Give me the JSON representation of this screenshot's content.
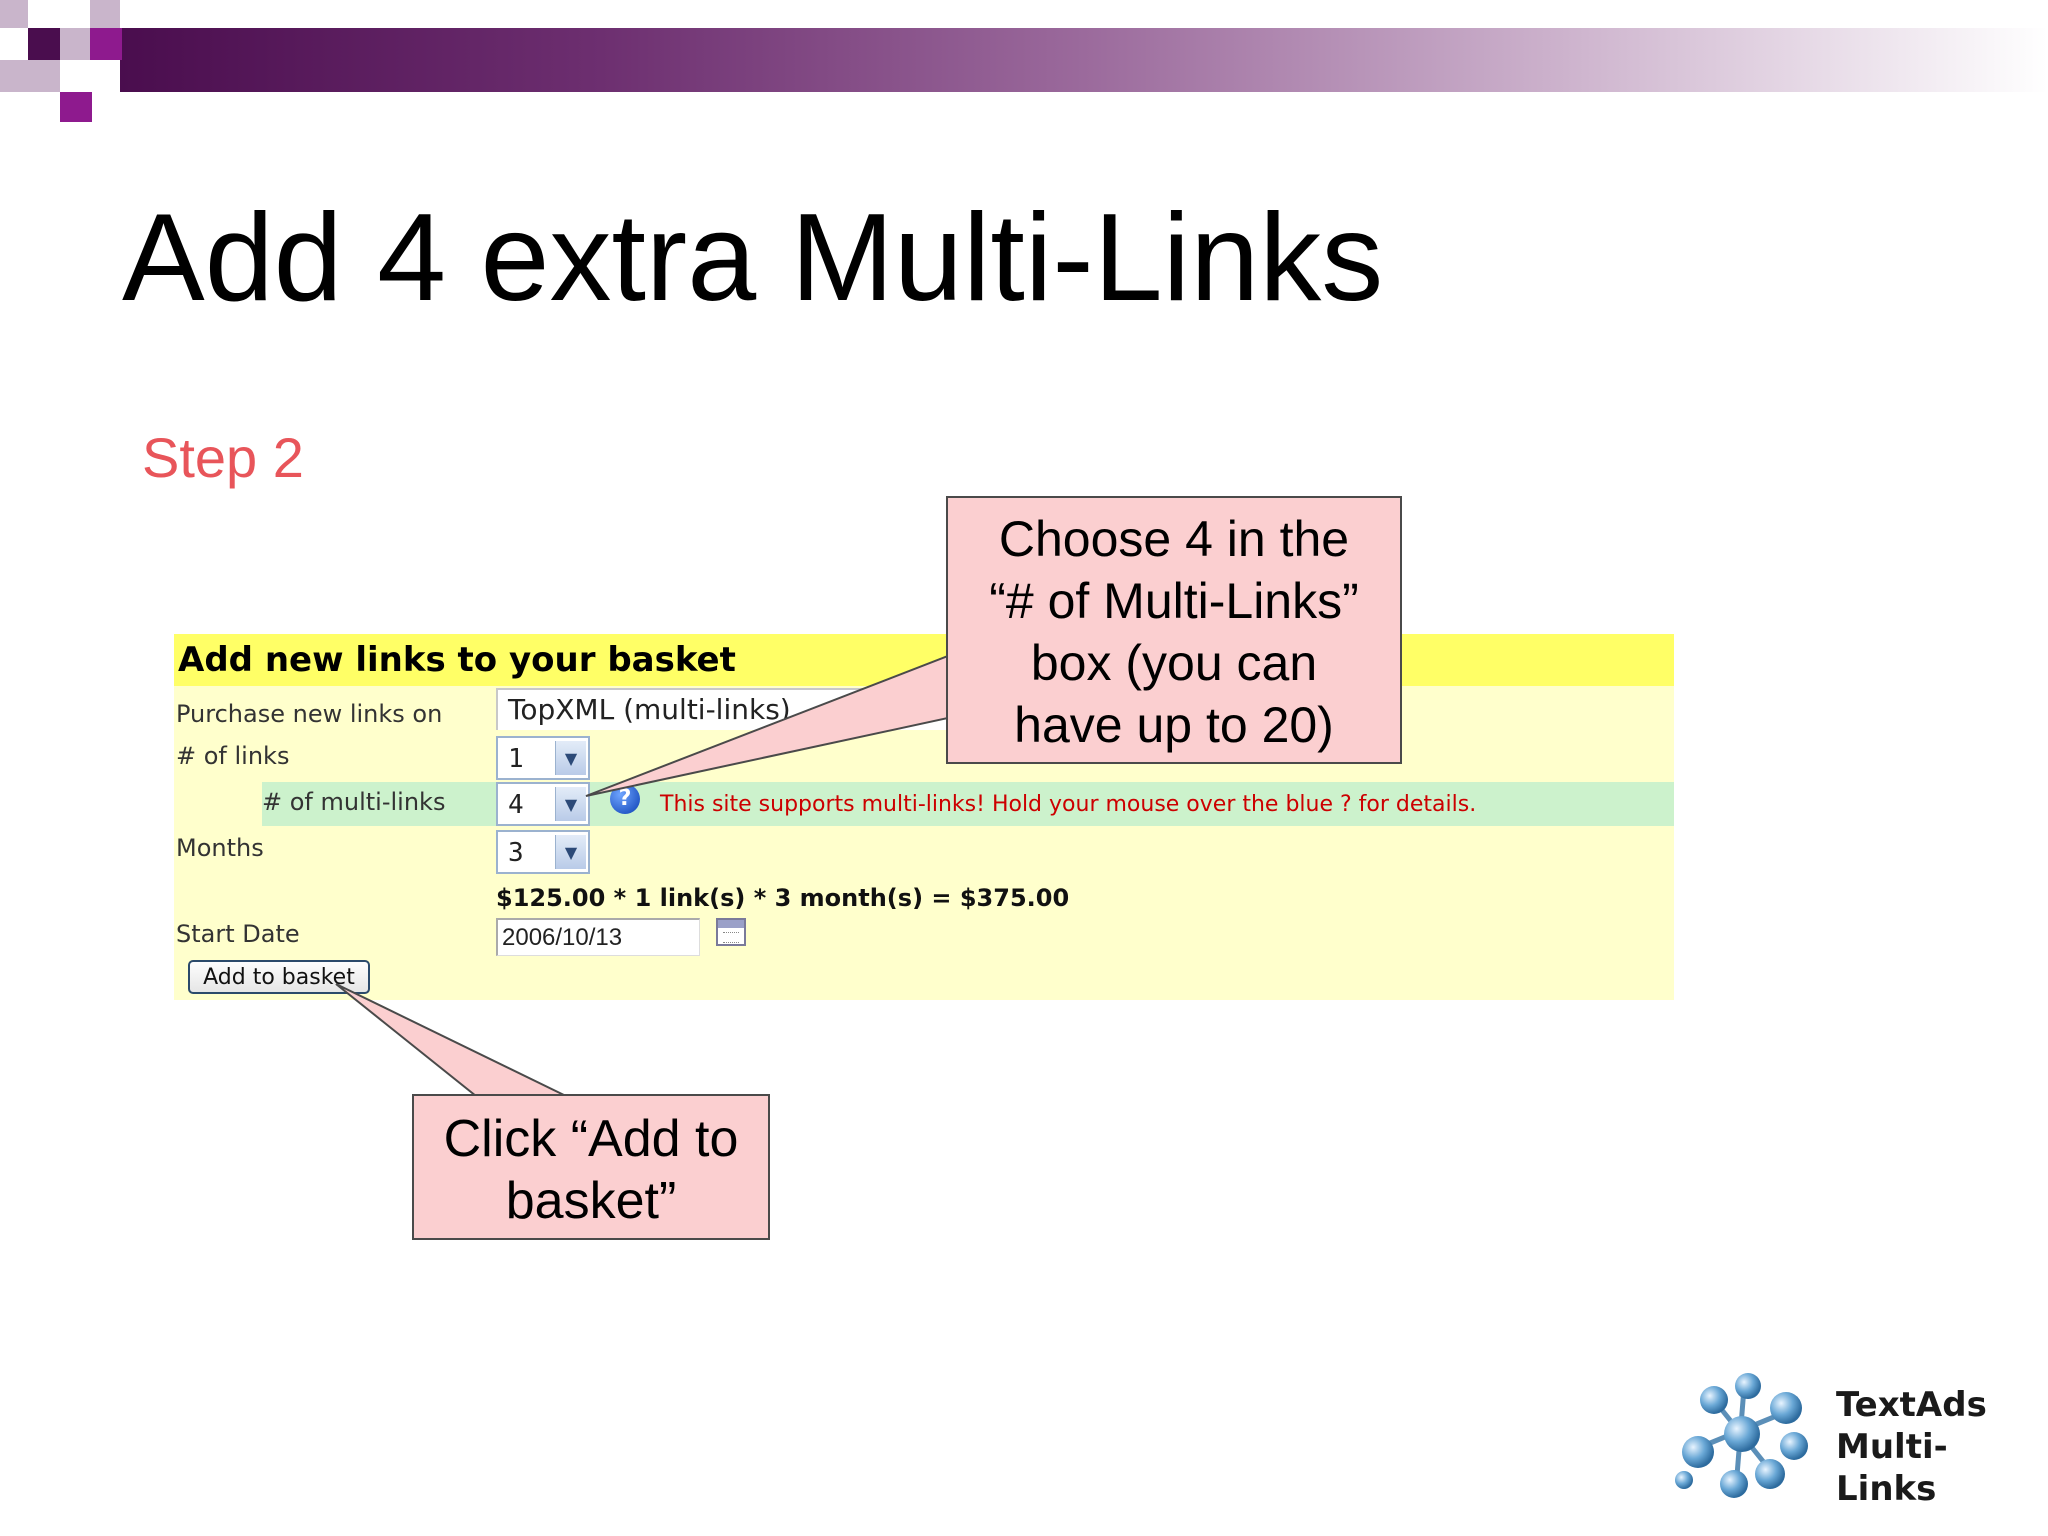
{
  "slide": {
    "title": "Add 4 extra Multi-Links",
    "step": "Step 2"
  },
  "form": {
    "header": "Add new links to your basket",
    "purchase_label": "Purchase new links on",
    "site_value": "TopXML (multi-links)",
    "links_label": "# of links",
    "links_value": "1",
    "multi_links_label": "# of multi-links",
    "multi_links_value": "4",
    "help_icon": "?",
    "multi_links_note": "This site supports multi-links! Hold your mouse over the blue ? for details.",
    "months_label": "Months",
    "months_value": "3",
    "price_line": "$125.00 * 1 link(s) * 3 month(s) = $375.00",
    "start_date_label": "Start Date",
    "start_date_value": "2006/10/13",
    "add_button": "Add to basket",
    "dropdown_icon": "chevron-down-icon",
    "calendar_icon": "calendar-icon"
  },
  "callouts": {
    "multi_links": [
      "Choose 4 in the",
      "“# of Multi-Links”",
      "box (you can",
      "have up to 20)"
    ],
    "basket": [
      "Click “Add to",
      "basket”"
    ]
  },
  "logo": {
    "line1": "TextAds",
    "line2": "Multi-Links"
  },
  "colors": {
    "title": "#000000",
    "step": "#e8555a",
    "form_background": "#ffffcc",
    "form_header": "#ffff66",
    "multi_row_highlight": "#ccf2cc",
    "note_text": "#cc0000",
    "callout_fill": "#fbcfd0",
    "band_start": "#4a0d4e"
  }
}
